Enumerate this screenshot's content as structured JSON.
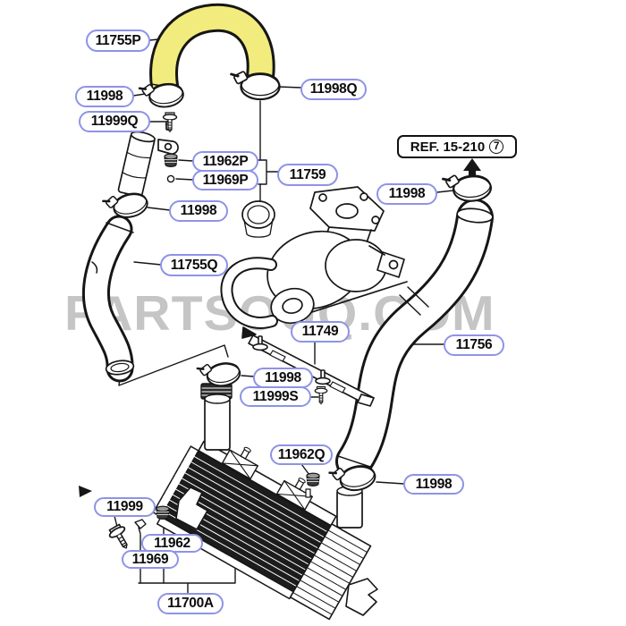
{
  "watermark": "PARTSOUQ.COM",
  "ref_note": {
    "text": "REF. 15-210",
    "circled_number": "7"
  },
  "callouts": [
    {
      "part_number": "11755P"
    },
    {
      "part_number": "11998"
    },
    {
      "part_number": "11999Q"
    },
    {
      "part_number": "11998Q"
    },
    {
      "part_number": "11962P"
    },
    {
      "part_number": "11969P"
    },
    {
      "part_number": "11759"
    },
    {
      "part_number": "11998"
    },
    {
      "part_number": "11998"
    },
    {
      "part_number": "11755Q"
    },
    {
      "part_number": "11749"
    },
    {
      "part_number": "11756"
    },
    {
      "part_number": "11998"
    },
    {
      "part_number": "11999S"
    },
    {
      "part_number": "11962Q"
    },
    {
      "part_number": "11998"
    },
    {
      "part_number": "11999"
    },
    {
      "part_number": "11962"
    },
    {
      "part_number": "11969"
    },
    {
      "part_number": "11700A"
    }
  ],
  "colors": {
    "callout_border": "#8e93e6",
    "highlight_hose": "#f1ec7d",
    "watermark_gray": "#c5c5c5",
    "line_art": "#161616"
  }
}
